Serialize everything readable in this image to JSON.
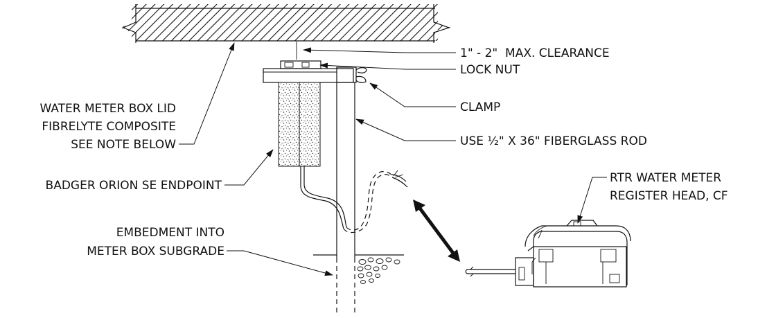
{
  "labels": {
    "clearance": "1\" - 2\"  MAX. CLEARANCE",
    "lock_nut": "LOCK NUT",
    "clamp": "CLAMP",
    "lid_line1": "WATER METER BOX LID",
    "lid_line2": "FIBRELYTE COMPOSITE",
    "lid_line3": "SEE NOTE BELOW",
    "rod": "USE ½\" X 36\" FIBERGLASS ROD",
    "endpoint": "BADGER ORION SE ENDPOINT",
    "register_line1": "RTR WATER METER",
    "register_line2": "REGISTER HEAD, CF",
    "embed_line1": "EMBEDMENT INTO",
    "embed_line2": "METER BOX SUBGRADE"
  }
}
